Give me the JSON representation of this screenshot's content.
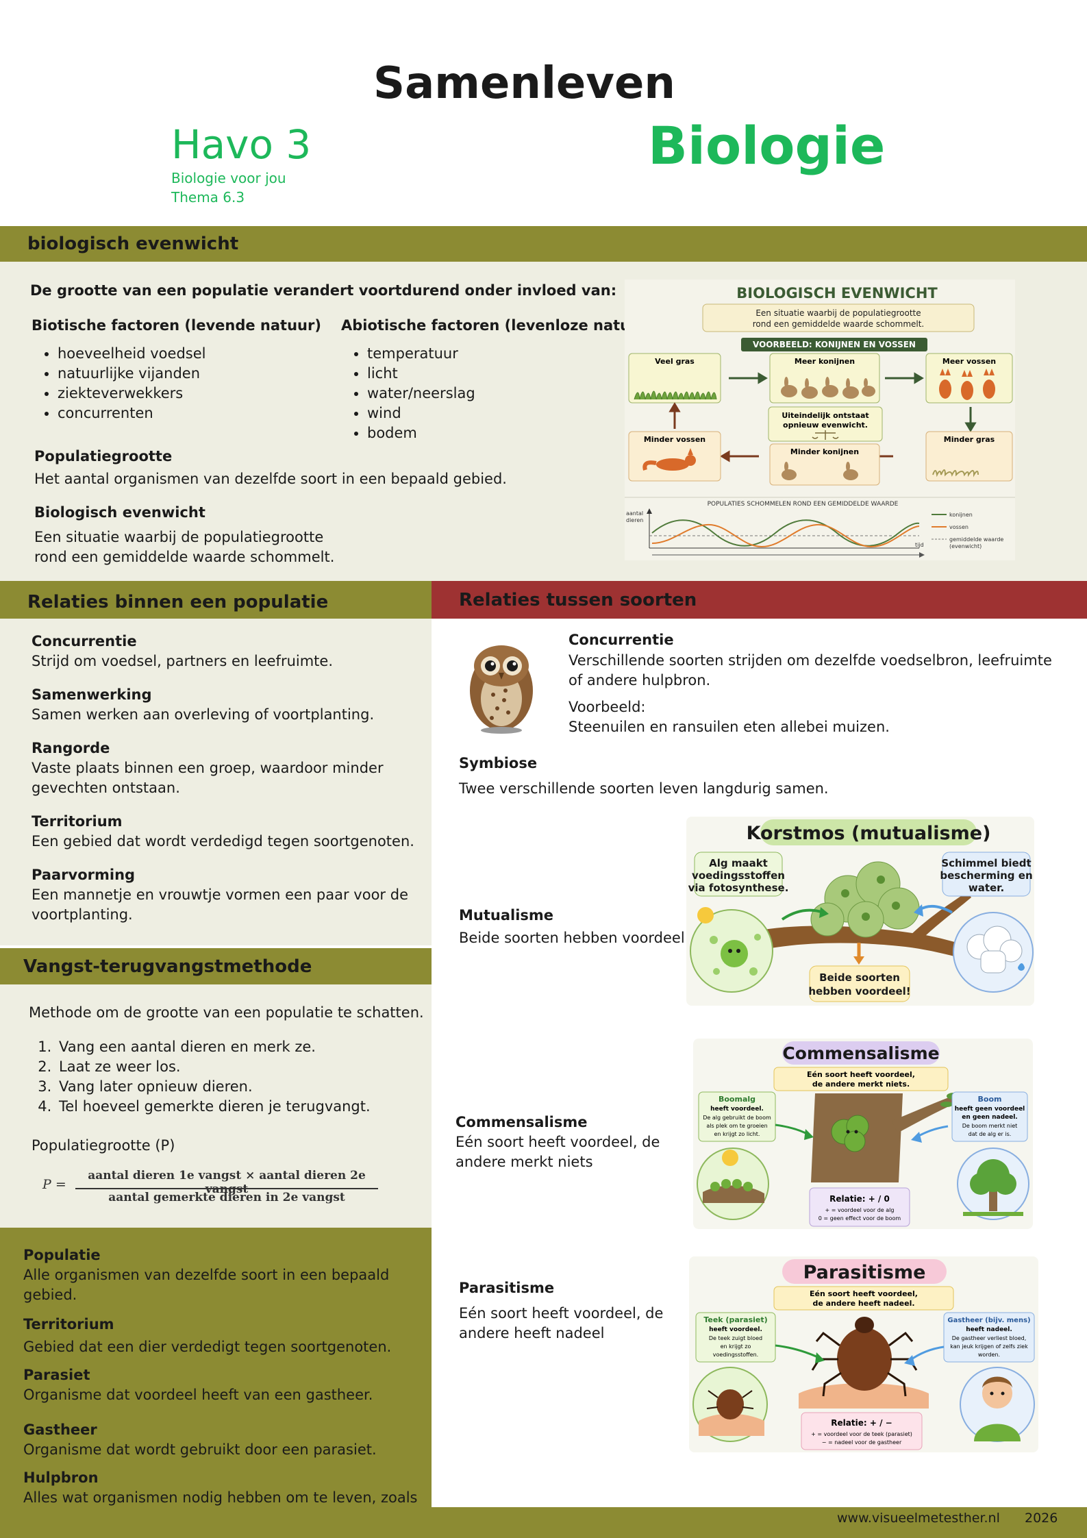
{
  "header": {
    "title": "Samenleven",
    "level": "Havo 3",
    "subject": "Biologie",
    "book": "Biologie voor jou",
    "theme": "Thema 6.3"
  },
  "evenwicht": {
    "heading": "biologisch evenwicht",
    "intro": "De grootte van een populatie verandert voortdurend onder invloed van:",
    "biotic_title": "Biotische factoren (levende natuur)",
    "biotic": [
      "hoeveelheid voedsel",
      "natuurlijke vijanden",
      "ziekteverwekkers",
      "concurrenten"
    ],
    "abiotic_title": "Abiotische factoren (levenloze natuur)",
    "abiotic": [
      "temperatuur",
      "licht",
      "water/neerslag",
      "wind",
      "bodem"
    ],
    "pop_title": "Populatiegrootte",
    "pop_text": "Het aantal organismen van dezelfde soort in een bepaald gebied.",
    "bio_title": "Biologisch evenwicht",
    "bio_text_1": "Een situatie waarbij de populatiegrootte",
    "bio_text_2": "rond een gemiddelde waarde schommelt."
  },
  "infographic": {
    "title": "BIOLOGISCH EVENWICHT",
    "subtitle_1": "Een situatie waarbij de populatiegrootte",
    "subtitle_2": "rond een gemiddelde waarde schommelt.",
    "example": "VOORBEELD: KONIJNEN EN VOSSEN",
    "boxes": [
      "Veel gras",
      "Meer konijnen",
      "Meer vossen",
      "Minder gras",
      "Minder konijnen",
      "Minder vossen"
    ],
    "center_1": "Uiteindelijk ontstaat",
    "center_2": "opnieuw evenwicht.",
    "graph_title": "POPULATIES SCHOMMELEN ROND EEN GEMIDDELDE WAARDE",
    "y_label_1": "aantal",
    "y_label_2": "dieren",
    "x_label": "tijd",
    "legend": [
      "konijnen",
      "vossen",
      "gemiddelde waarde",
      "(evenwicht)"
    ],
    "colors": {
      "konijnen": "#4f7a3a",
      "vossen": "#e07b2b",
      "gemiddelde": "#777777"
    }
  },
  "binnen": {
    "heading": "Relaties binnen een populatie",
    "items": [
      {
        "title": "Concurrentie",
        "text": "Strijd om voedsel, partners en leefruimte."
      },
      {
        "title": "Samenwerking",
        "text": "Samen werken aan overleving of voortplanting."
      },
      {
        "title": "Rangorde",
        "text": "Vaste plaats binnen een groep, waardoor minder gevechten ontstaan."
      },
      {
        "title": "Territorium",
        "text": "Een gebied dat wordt verdedigd tegen soortgenoten."
      },
      {
        "title": "Paarvorming",
        "text": "Een mannetje en vrouwtje vormen een paar voor de voortplanting."
      }
    ]
  },
  "vangst": {
    "heading": "Vangst-terugvangstmethode",
    "intro": "Methode om de grootte van een populatie te schatten.",
    "steps": [
      "Vang een aantal dieren en merk ze.",
      "Laat ze weer los.",
      "Vang later opnieuw dieren.",
      "Tel hoeveel gemerkte dieren je terugvangt."
    ],
    "formula_label": "Populatiegrootte (P)",
    "formula_lhs": "P =",
    "numerator": "aantal dieren 1e vangst × aantal dieren 2e vangst",
    "denominator": "aantal gemerkte dieren in 2e vangst"
  },
  "begrippen": [
    {
      "title": "Populatie",
      "text": "Alle organismen van dezelfde soort in een bepaald gebied."
    },
    {
      "title": "Territorium",
      "text": "Gebied dat een dier verdedigt tegen soortgenoten."
    },
    {
      "title": "Parasiet",
      "text": "Organisme dat voordeel heeft van een gastheer."
    },
    {
      "title": "Gastheer",
      "text": "Organisme dat wordt gebruikt door een parasiet."
    },
    {
      "title": "Hulpbron",
      "text": "Alles wat organismen nodig hebben om te leven, zoals voedsel, water of leefruimte."
    }
  ],
  "tussen": {
    "heading": "Relaties tussen soorten",
    "conc_title": "Concurrentie",
    "conc_text": "Verschillende soorten strijden om dezelfde voedselbron, leefruimte of andere hulpbron.",
    "conc_ex_label": "Voorbeeld:",
    "conc_ex_text": "Steenuilen en ransuilen eten allebei muizen.",
    "sym_title": "Symbiose",
    "sym_text": "Twee verschillende soorten leven langdurig samen.",
    "mut_title": "Mutualisme",
    "mut_text": "Beide soorten hebben voordeel",
    "com_title": "Commensalisme",
    "com_text": "Eén soort heeft voordeel, de andere merkt niets",
    "par_title": "Parasitisme",
    "par_text": "Eén soort heeft voordeel, de andere heeft nadeel"
  },
  "korstmos": {
    "title": "Korstmos (mutualisme)",
    "alg_1": "Alg maakt",
    "alg_2": "voedingsstoffen",
    "alg_3": "via fotosynthese.",
    "schim_1": "Schimmel biedt",
    "schim_2": "bescherming en",
    "schim_3": "water.",
    "bottom_1": "Beide soorten",
    "bottom_2": "hebben voordeel!"
  },
  "commensal": {
    "title": "Commensalisme",
    "sub_1": "Eén soort heeft voordeel,",
    "sub_2": "de andere merkt niets.",
    "left_1": "Boomalg",
    "left_2": "heeft voordeel.",
    "left_3": "De alg gebruikt de boom",
    "left_4": "als plek om te groeien",
    "left_5": "en krijgt zo licht.",
    "right_1": "Boom",
    "right_2": "heeft geen voordeel",
    "right_3": "en geen nadeel.",
    "right_4": "De boom merkt niet",
    "right_5": "dat de alg er is.",
    "rel": "Relatie: + / 0",
    "rel_1": "+ = voordeel voor de alg",
    "rel_2": "0 = geen effect voor de boom"
  },
  "parasit": {
    "title": "Parasitisme",
    "sub_1": "Eén soort heeft voordeel,",
    "sub_2": "de andere heeft nadeel.",
    "left_1": "Teek (parasiet)",
    "left_2": "heeft voordeel.",
    "left_3": "De teek zuigt bloed",
    "left_4": "en krijgt zo",
    "left_5": "voedingsstoffen.",
    "right_1": "Gastheer (bijv. mens)",
    "right_2": "heeft nadeel.",
    "right_3": "De gastheer verliest bloed,",
    "right_4": "kan jeuk krijgen of zelfs ziek",
    "right_5": "worden.",
    "rel": "Relatie: + / −",
    "rel_1": "+ = voordeel voor de teek (parasiet)",
    "rel_2": "− = nadeel voor de gastheer"
  },
  "footer": {
    "site": "www.visueelmetesther.nl",
    "year": "2026"
  }
}
